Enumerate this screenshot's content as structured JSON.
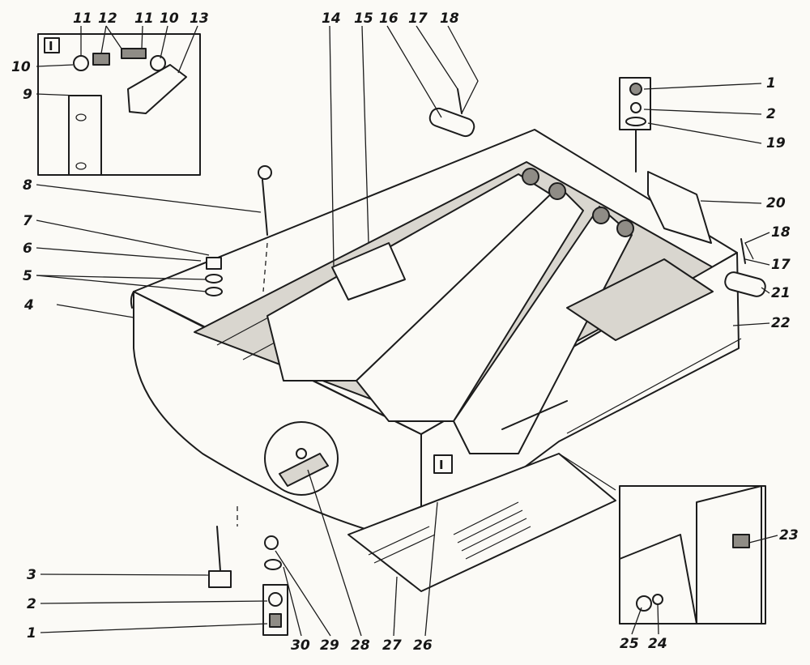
{
  "callouts": {
    "c1_top": "1",
    "c2_top": "2",
    "c19": "19",
    "c20": "20",
    "c18_right": "18",
    "c17_right": "17",
    "c21": "21",
    "c22": "22",
    "c23": "23",
    "c24": "24",
    "c25": "25",
    "c26": "26",
    "c27": "27",
    "c28": "28",
    "c29": "29",
    "c30": "30",
    "c1_bottom": "1",
    "c2_bottom": "2",
    "c3": "3",
    "c4": "4",
    "c5": "5",
    "c6": "6",
    "c7": "7",
    "c8": "8",
    "c9": "9",
    "c10_left": "10",
    "c11_left": "11",
    "c12": "12",
    "c11_right": "11",
    "c10_right": "10",
    "c13": "13",
    "c14": "14",
    "c15": "15",
    "c16": "16",
    "c17_top": "17",
    "c18_top": "18"
  },
  "insets": {
    "inset_top_left": "I",
    "inset_bottom": "I"
  },
  "colors": {
    "ink": "#1c1c1c",
    "paper": "#fbfaf6",
    "watermark": "#b9b9b9"
  }
}
